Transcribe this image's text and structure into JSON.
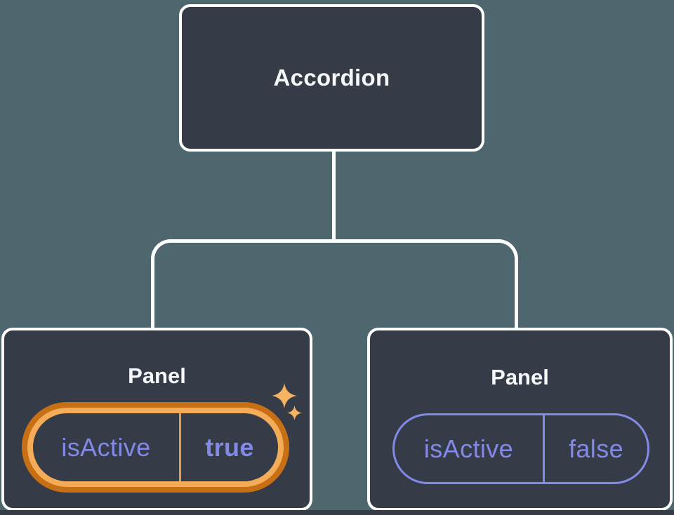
{
  "palette": {
    "page_bg": "#4E666E",
    "node_bg": "#363B48",
    "node_border": "#FFFFFF",
    "connector": "#FFFFFF",
    "text_white": "#F7F8FA",
    "purple": "#8289E6",
    "orange_dark": "#C76F15",
    "orange_light": "#F5AC58",
    "divider_orange": "#DC9F4E",
    "star": "#F6B361"
  },
  "tree": {
    "root": {
      "label": "Accordion"
    },
    "children": [
      {
        "label": "Panel",
        "state": {
          "name": "isActive",
          "value": "true"
        },
        "highlighted": true
      },
      {
        "label": "Panel",
        "state": {
          "name": "isActive",
          "value": "false"
        },
        "highlighted": false
      }
    ]
  },
  "icons": {
    "sparkle_large": "sparkle-icon",
    "sparkle_small": "sparkle-icon"
  }
}
